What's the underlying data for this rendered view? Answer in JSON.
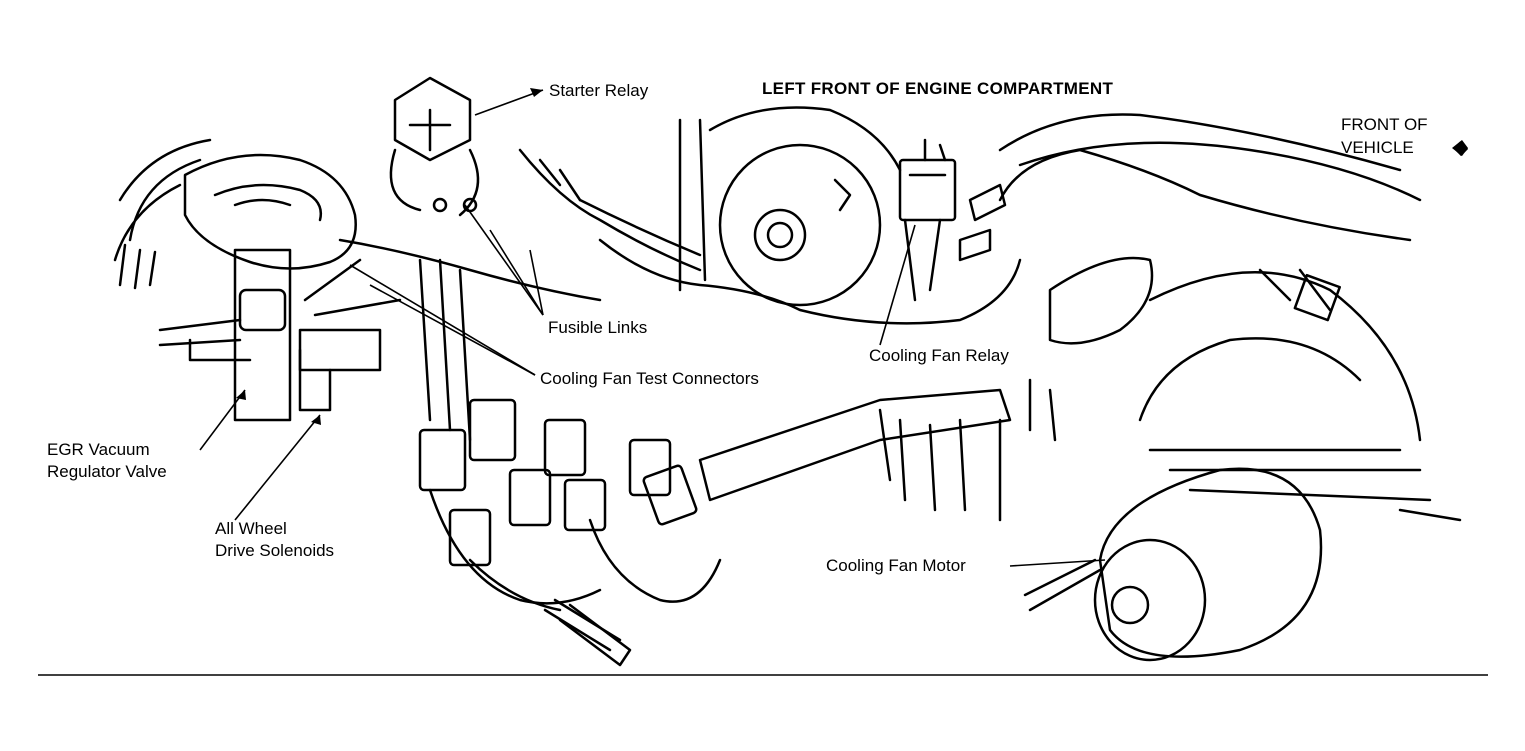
{
  "title": "LEFT FRONT OF ENGINE COMPARTMENT",
  "orientation": {
    "line1": "FRONT OF",
    "line2": "VEHICLE",
    "marker_icon": "arrow-marker-icon"
  },
  "labels": {
    "starter_relay": "Starter Relay",
    "fusible_links": "Fusible Links",
    "cooling_fan_relay": "Cooling Fan Relay",
    "cooling_fan_test_connectors": "Cooling Fan Test Connectors",
    "egr_line1": "EGR Vacuum",
    "egr_line2": "Regulator Valve",
    "awd_line1": "All Wheel",
    "awd_line2": "Drive Solenoids",
    "cooling_fan_motor": "Cooling Fan Motor"
  },
  "colors": {
    "ink": "#000000",
    "background": "#ffffff"
  }
}
